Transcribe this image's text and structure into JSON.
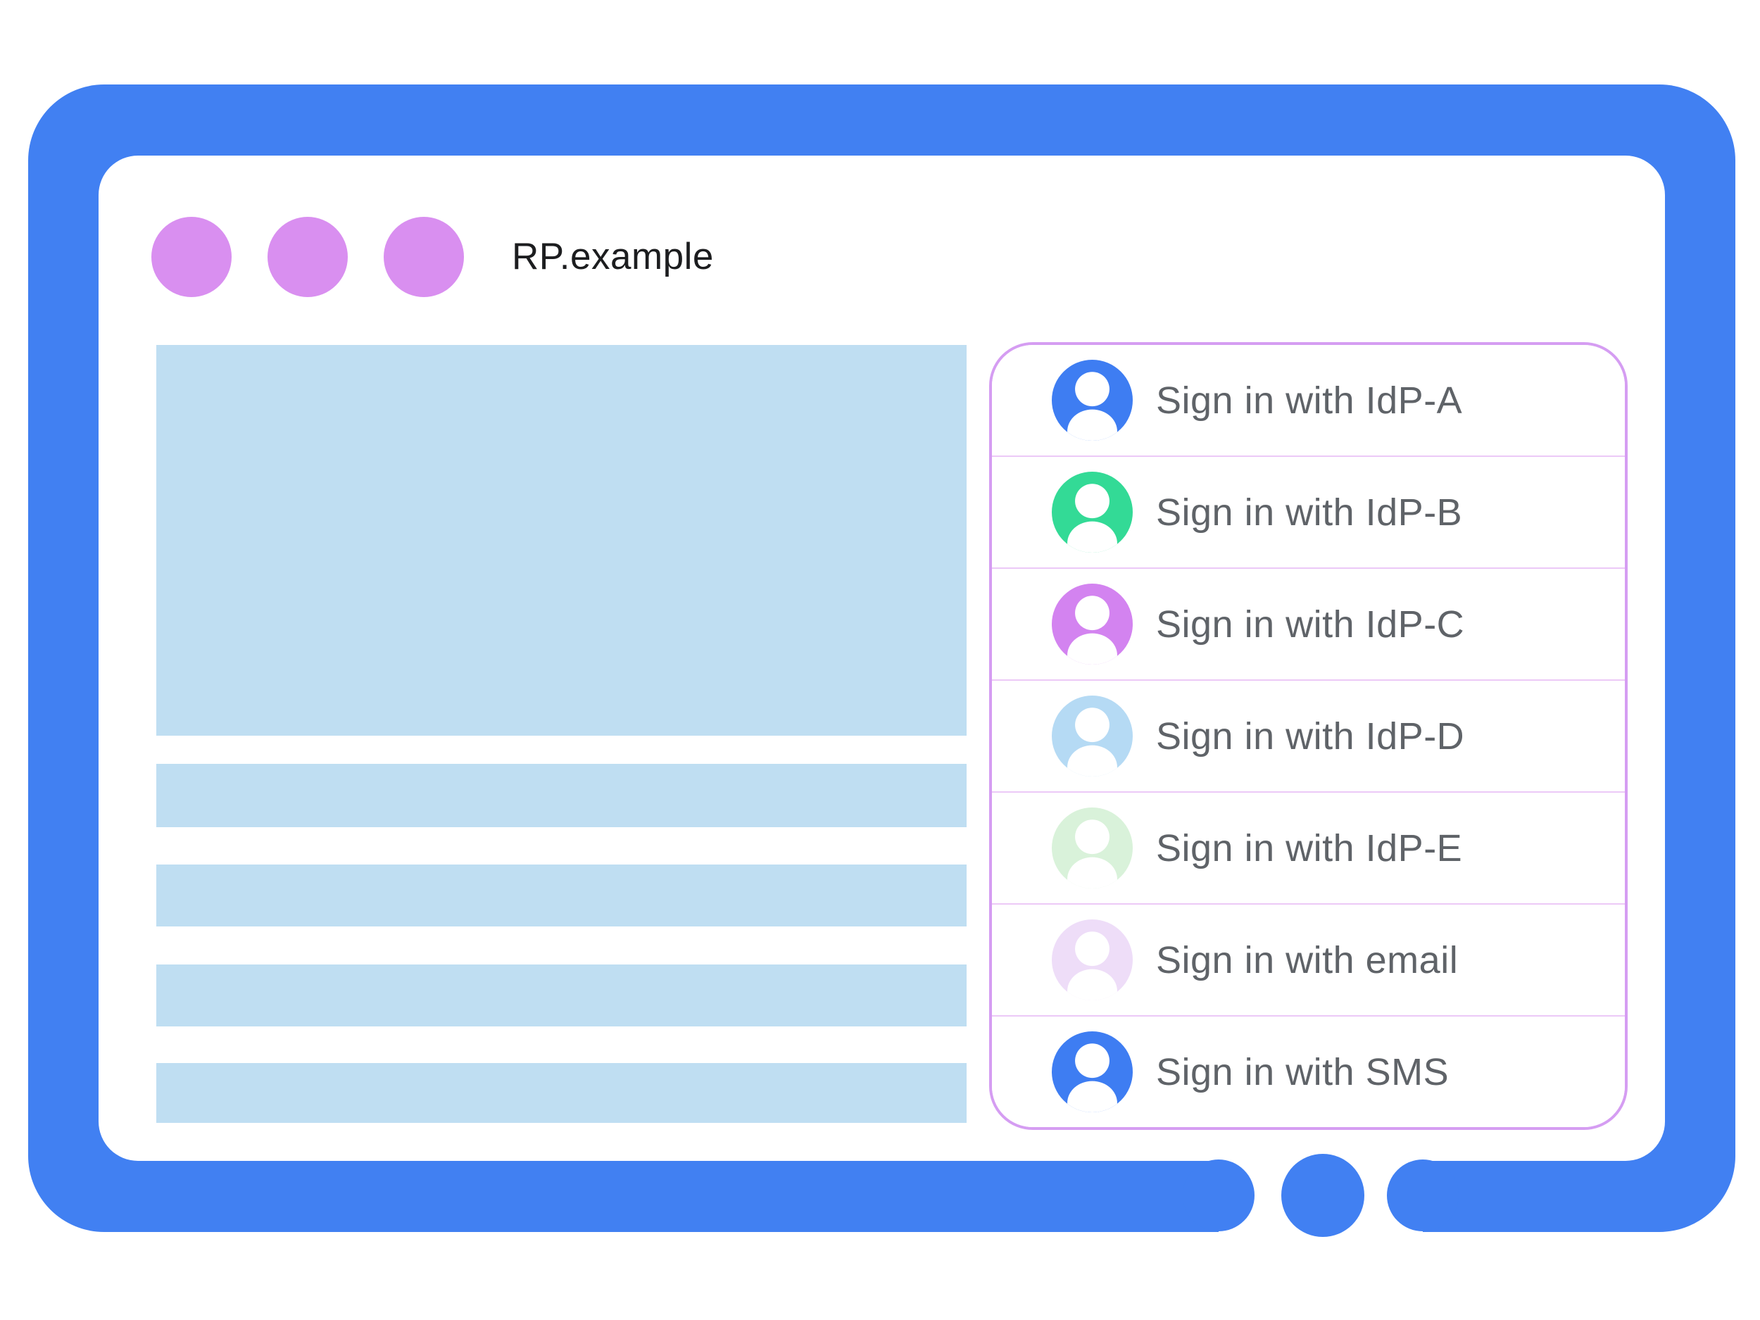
{
  "window": {
    "site_label": "RP.example",
    "control_dot_count": 3
  },
  "signin_panel": {
    "options": [
      {
        "label": "Sign in with IdP-A",
        "avatar_color": "#3e7df2"
      },
      {
        "label": "Sign in with IdP-B",
        "avatar_color": "#33da96"
      },
      {
        "label": "Sign in with IdP-C",
        "avatar_color": "#d383f0"
      },
      {
        "label": "Sign in with IdP-D",
        "avatar_color": "#b5daf4"
      },
      {
        "label": "Sign in with IdP-E",
        "avatar_color": "#d9f2da"
      },
      {
        "label": "Sign in with email",
        "avatar_color": "#eeddf8"
      },
      {
        "label": "Sign in with SMS",
        "avatar_color": "#3e7df2"
      }
    ]
  },
  "theme": {
    "frame_blue": "#4180f2",
    "content_blue": "#bfdef2",
    "dot_purple": "#d98ff0",
    "panel_border": "#d59df2",
    "panel_divider": "#ecc9f7",
    "label_gray": "#5f6368",
    "title_color": "#1c1d1f"
  }
}
